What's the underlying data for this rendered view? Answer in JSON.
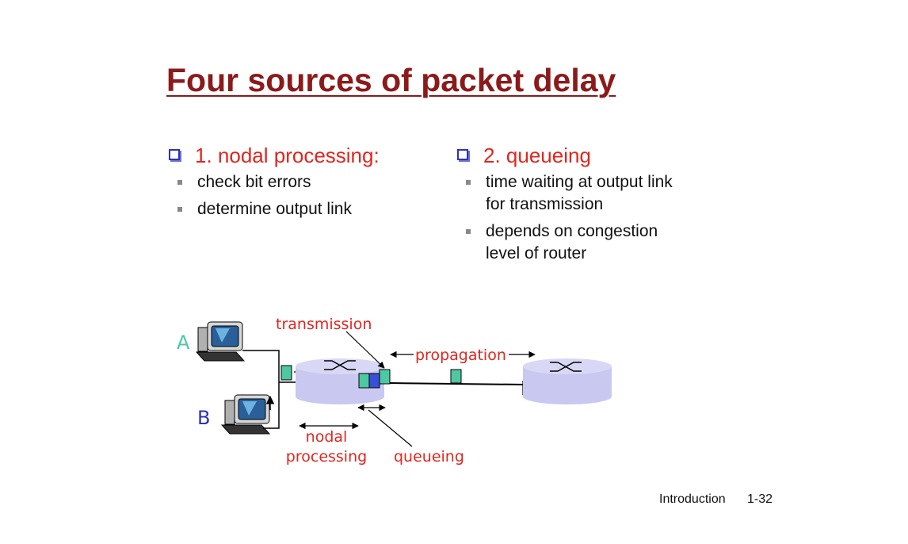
{
  "slide": {
    "title": "Four sources of packet delay",
    "left": {
      "heading": "1. nodal processing:",
      "items": [
        "check bit errors",
        "determine output link"
      ]
    },
    "right": {
      "heading": "2. queueing",
      "items": [
        {
          "line1": "time waiting at output link",
          "line2": "for transmission"
        },
        {
          "line1": "depends on congestion",
          "line2": "level of router"
        }
      ]
    },
    "diagram": {
      "host_a": "A",
      "host_b": "B",
      "transmission": "transmission",
      "propagation": "propagation",
      "nodal_line1": "nodal",
      "nodal_line2": "processing",
      "queueing": "queueing"
    },
    "footer": {
      "section": "Introduction",
      "page": "1-32"
    },
    "colors": {
      "title": "#8b1a1a",
      "heading": "#e0261e",
      "router": "#c8c8f0",
      "packet": "#4dc8a0",
      "packet_queued": "#3b4ed8"
    }
  }
}
